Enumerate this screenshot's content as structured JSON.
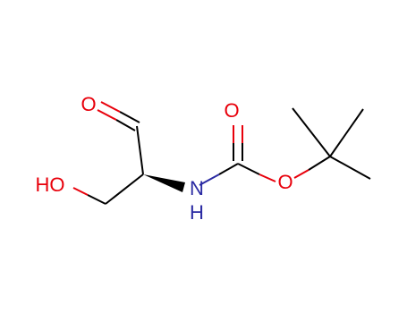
{
  "molecule": {
    "atoms": {
      "aldehyde_oxygen": {
        "symbol": "O",
        "color": "#e8000b"
      },
      "hydroxyl": {
        "symbol": "HO",
        "color": "#e8000b"
      },
      "carbonyl_oxygen": {
        "symbol": "O",
        "color": "#e8000b"
      },
      "ester_oxygen": {
        "symbol": "O",
        "color": "#e8000b"
      },
      "amine_nitrogen": {
        "symbol": "N",
        "color": "#2b2ba3"
      },
      "amine_hydrogen": {
        "symbol": "H",
        "color": "#2b2ba3"
      }
    },
    "bond_color": "#000000",
    "stereo_bond": "wedge"
  }
}
